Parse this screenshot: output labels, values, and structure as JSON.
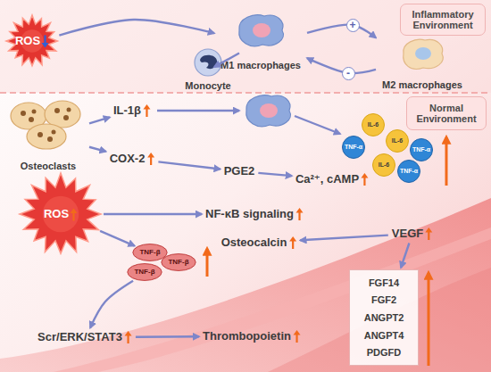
{
  "diagram": {
    "nodes": [
      {
        "text": [
          "Inflammatory Environment"
        ]
      },
      {
        "text": [
          "ROS"
        ]
      },
      {
        "text": [
          "Monocyte"
        ]
      },
      {
        "text": [
          "M1 macrophages"
        ]
      },
      {
        "text": [
          "M2 macrophages"
        ]
      },
      {
        "text": [
          "Normal Environment"
        ]
      },
      {
        "text": [
          "Osteoclasts"
        ]
      },
      {
        "text": [
          "IL-1β"
        ]
      },
      {
        "text": [
          "IL-6"
        ]
      },
      {
        "text": [
          "TNF-α"
        ]
      },
      {
        "text": [
          "IL-6"
        ]
      },
      {
        "text": [
          "TNF-α"
        ]
      },
      {
        "text": [
          "IL-6"
        ]
      },
      {
        "text": [
          "TNF-α"
        ]
      },
      {
        "text": [
          "COX-2"
        ]
      },
      {
        "text": [
          "PGE2"
        ]
      },
      {
        "text": [
          "Ca²⁺, cAMP"
        ]
      },
      {
        "text": [
          "ROS"
        ]
      },
      {
        "text": [
          "NF-κB signaling"
        ]
      },
      {
        "text": [
          "VEGF"
        ]
      },
      {
        "text": [
          "Osteocalcin"
        ]
      },
      {
        "text": [
          "TNF-β"
        ]
      },
      {
        "text": [
          "TNF-β"
        ]
      },
      {
        "text": [
          "TNF-β"
        ]
      },
      {
        "text": [
          "Scr/ERK/STAT3"
        ]
      },
      {
        "text": [
          "Thrombopoietin"
        ]
      },
      {
        "text": [
          "FGF14",
          "FGF2",
          "ANGPT2",
          "ANGPT4",
          "PDGFD"
        ]
      }
    ],
    "edges": [
      {
        "from": 1,
        "to": 3,
        "arrow": "to"
      },
      {
        "from": 2,
        "to": 3,
        "arrow": "to"
      },
      {
        "from": 3,
        "to": 4,
        "label": "+",
        "arrow": "to"
      },
      {
        "from": 4,
        "to": 3,
        "label": "-",
        "arrow": "to"
      },
      {
        "from": 6,
        "to": 7,
        "arrow": "to"
      },
      {
        "from": 6,
        "to": 14,
        "arrow": "to"
      },
      {
        "from": 14,
        "to": 15,
        "arrow": "to"
      },
      {
        "from": 15,
        "to": 16,
        "arrow": "to"
      },
      {
        "from": 17,
        "to": 18,
        "arrow": "to"
      },
      {
        "from": 17,
        "to": 21,
        "arrow": "to"
      },
      {
        "from": 19,
        "to": 20,
        "arrow": "to"
      },
      {
        "from": 19,
        "to": 26,
        "arrow": "to"
      },
      {
        "from": 23,
        "to": 24,
        "arrow": "to"
      },
      {
        "from": 24,
        "to": 25,
        "arrow": "to"
      }
    ]
  }
}
